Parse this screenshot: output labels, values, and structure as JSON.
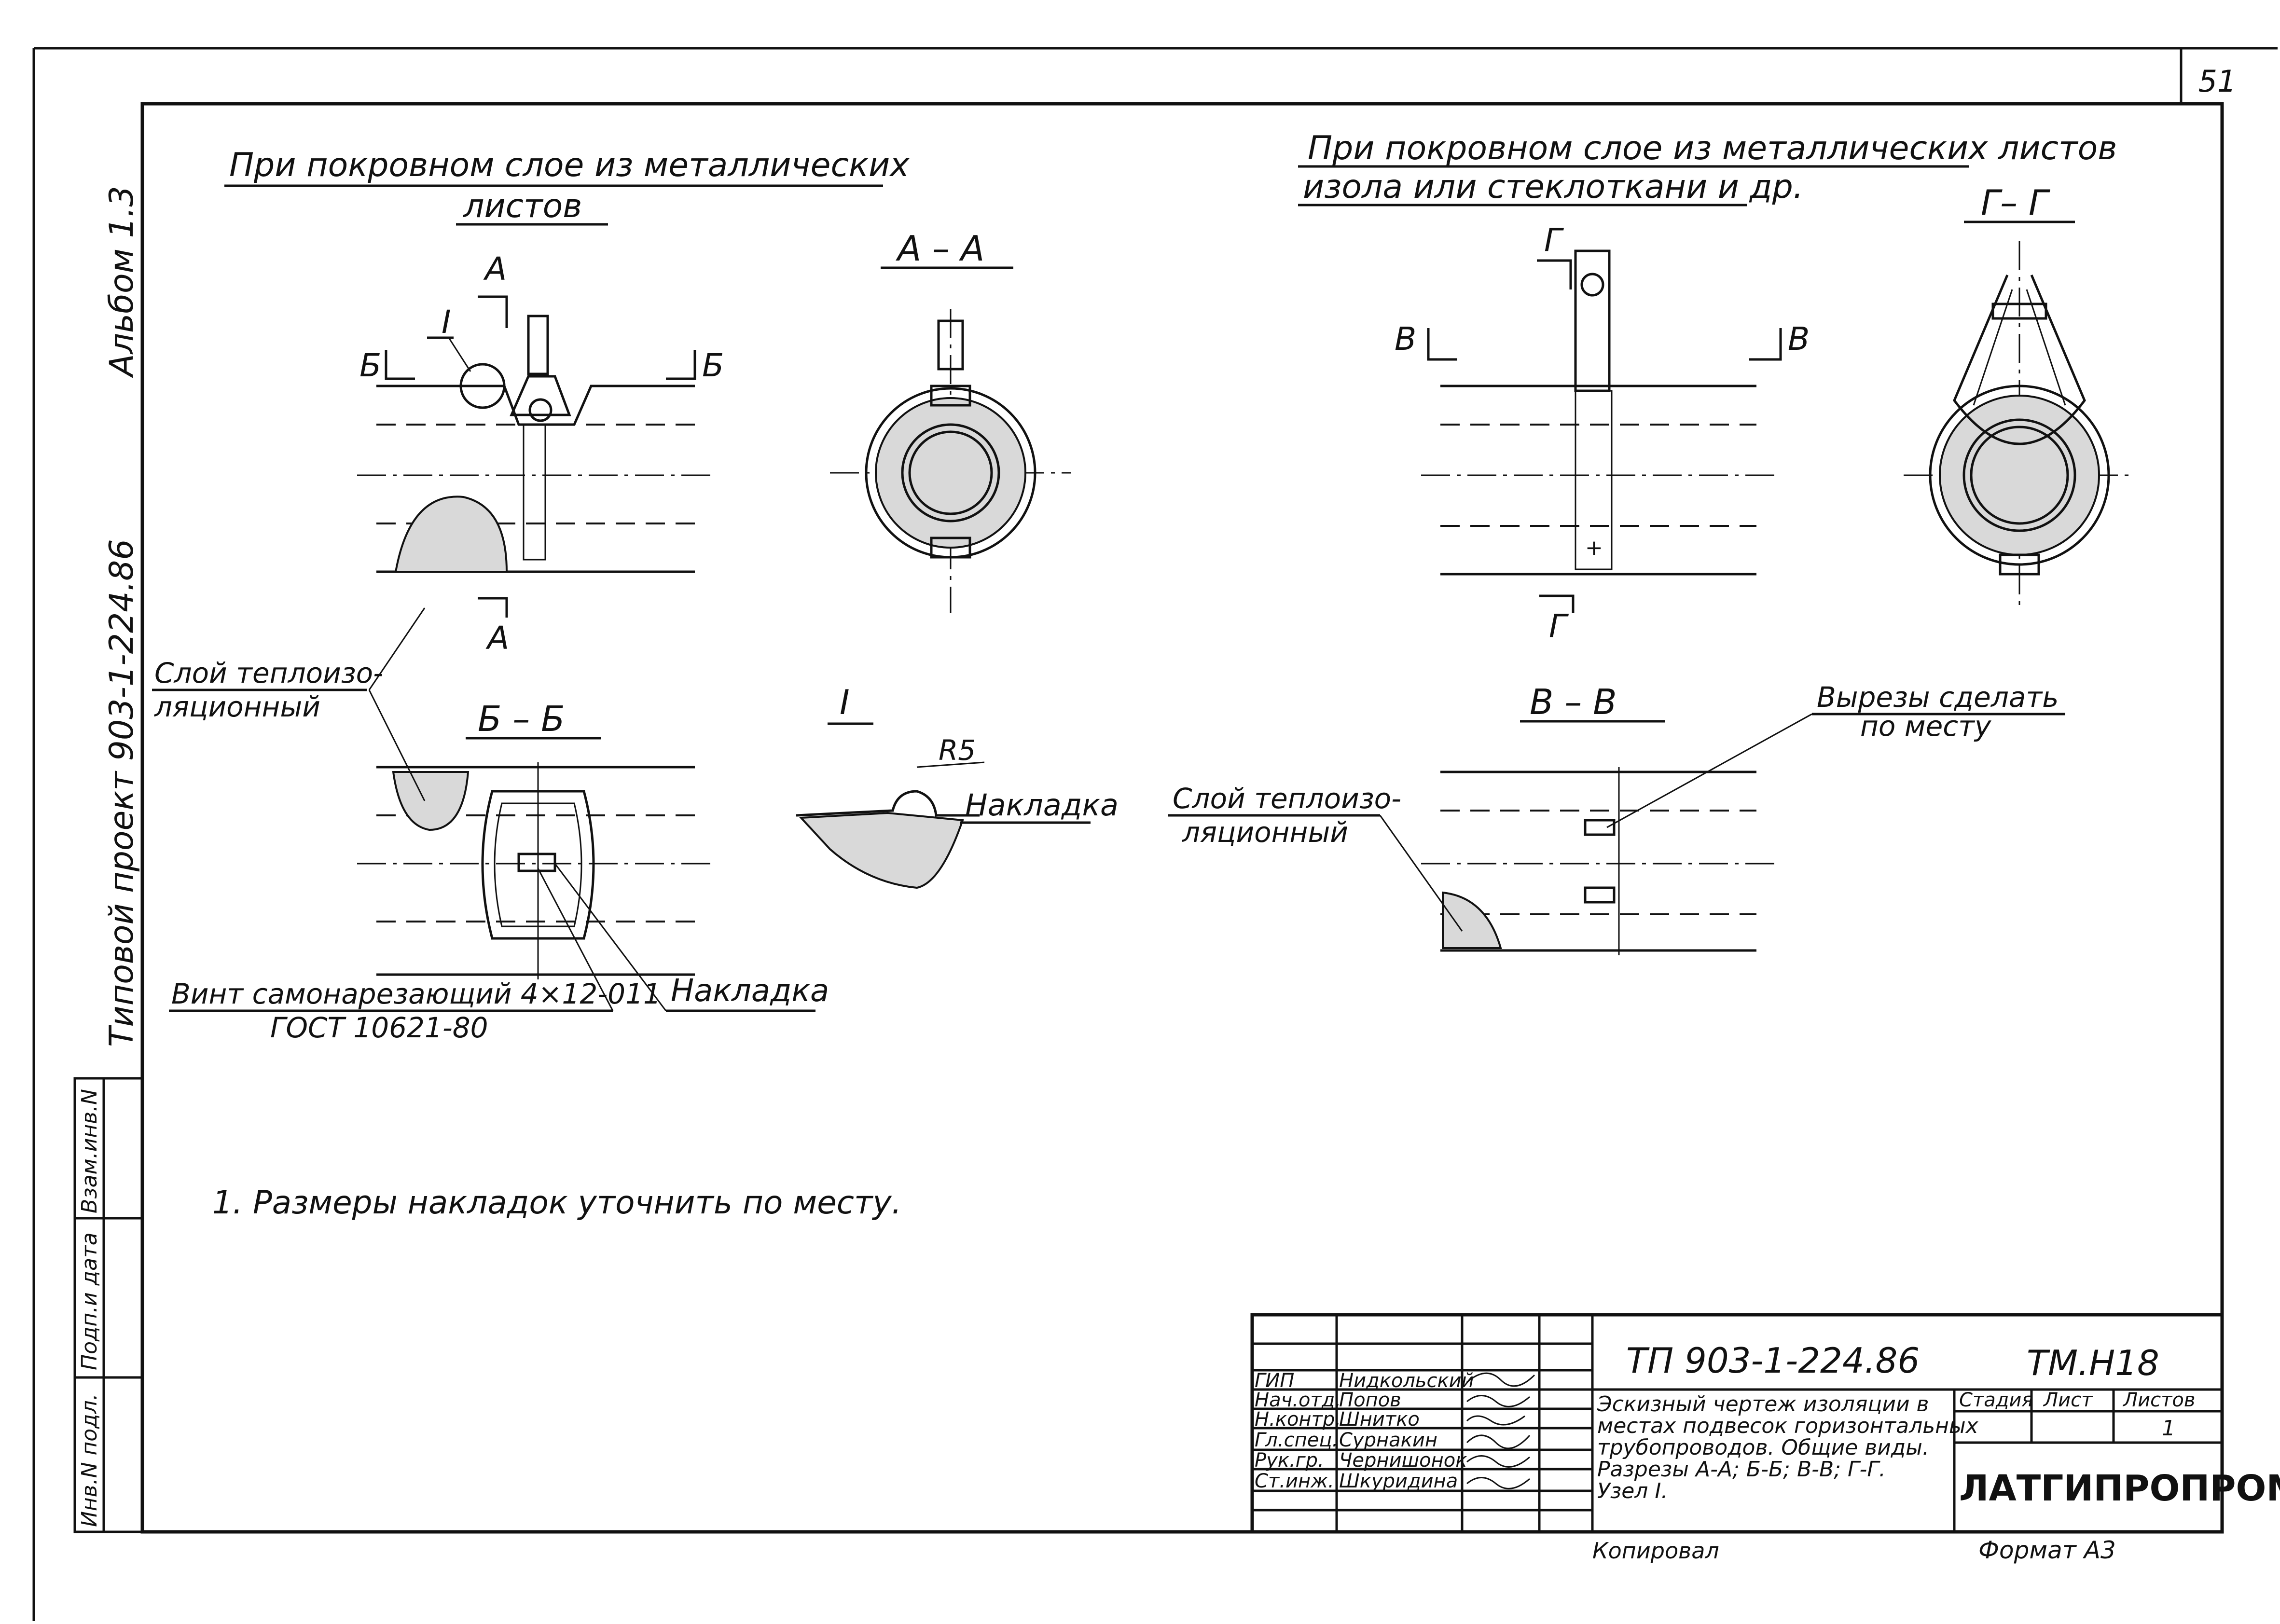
{
  "sheet_number": "51",
  "left_margin": {
    "album": "Альбом 1.3",
    "project": "Типовой проект 903-1-224.86",
    "stamp_cells": [
      "Инв.N подл.",
      "Подп.и дата",
      "Взам.инв.N"
    ]
  },
  "left_section": {
    "heading_line1": "При покровном слое из металлических",
    "heading_line2": "листов",
    "view_aa_title": "А – А",
    "cut_mark_a": "А",
    "cut_mark_b": "Б",
    "callout_node": "I",
    "view_bb_title": "Б – Б",
    "node_title": "I",
    "radius_label": "R5",
    "node_overlay_label": "Накладка",
    "insulation_label_line1": "Слой теплоизо-",
    "insulation_label_line2": "ляционный",
    "screw_label_line1": "Винт самонарезающий  4×12-011",
    "screw_label_line2": "ГОСТ 10621-80",
    "overlay_label": "Накладка"
  },
  "right_section": {
    "heading_line1": "При покровном слое из металлических  листов",
    "heading_line2": "изола или стеклоткани и др.",
    "view_gg_title": "Г– Г",
    "cut_mark_g": "Г",
    "cut_mark_v": "В",
    "view_vv_title": "В – В",
    "cutouts_label_line1": "Вырезы сделать",
    "cutouts_label_line2": "по месту",
    "insulation_label_line1": "Слой теплоизо-",
    "insulation_label_line2": "ляционный"
  },
  "note": "1. Размеры накладок уточнить по месту.",
  "title_block": {
    "document_code": "ТП 903-1-224.86",
    "sheet_code": "ТМ.Н18",
    "roles": [
      "ГИП",
      "Нач.отд.",
      "Н.контр.",
      "Гл.спец.",
      "Рук.гр.",
      "Ст.инж."
    ],
    "names": [
      "Нидкольский",
      "Попов",
      "Шнитко",
      "Сурнакин",
      "Чернишонок",
      "Шкуридина"
    ],
    "description_lines": [
      "Эскизный чертеж изоляции в",
      "местах подвесок горизонтальных",
      "трубопроводов. Общие виды.",
      "Разрезы А-А; Б-Б; В-В; Г-Г.",
      "Узел I."
    ],
    "stage_header": "Стадия",
    "sheet_header": "Лист",
    "sheets_header": "Листов",
    "sheets_value": "1",
    "organization": "ЛАТГИПРОПРОМ",
    "copied_label": "Копировал",
    "format_label": "Формат А3"
  }
}
